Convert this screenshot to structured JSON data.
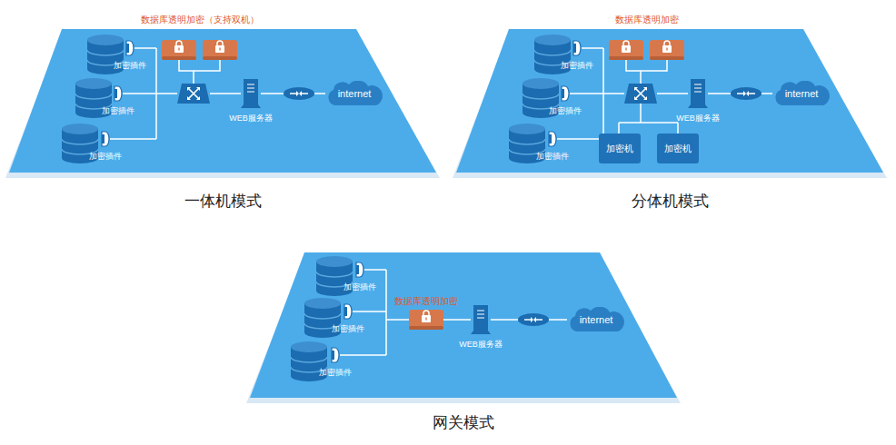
{
  "diagram": {
    "nodes": [
      {
        "text": [
          "一体机模式"
        ]
      },
      {
        "text": [
          "internet"
        ],
        "in": 0
      },
      {
        "text": [
          "分体机模式"
        ]
      },
      {
        "text": [
          "internet"
        ],
        "in": 2
      },
      {
        "text": [
          "加密机"
        ],
        "in": 2
      },
      {
        "text": [
          "加密机"
        ],
        "in": 2
      },
      {
        "text": [
          "网关模式"
        ]
      },
      {
        "text": [
          "internet"
        ],
        "in": 6
      }
    ],
    "labels": [
      "数据库透明加密（支持双机）",
      "加密插件",
      "加密插件",
      "加密插件",
      "WEB服务器",
      "数据库透明加密",
      "加密插件",
      "加密插件",
      "加密插件",
      "WEB服务器",
      "加密插件",
      "加密插件",
      "加密插件",
      "数据库透明加密",
      "WEB服务器"
    ]
  }
}
